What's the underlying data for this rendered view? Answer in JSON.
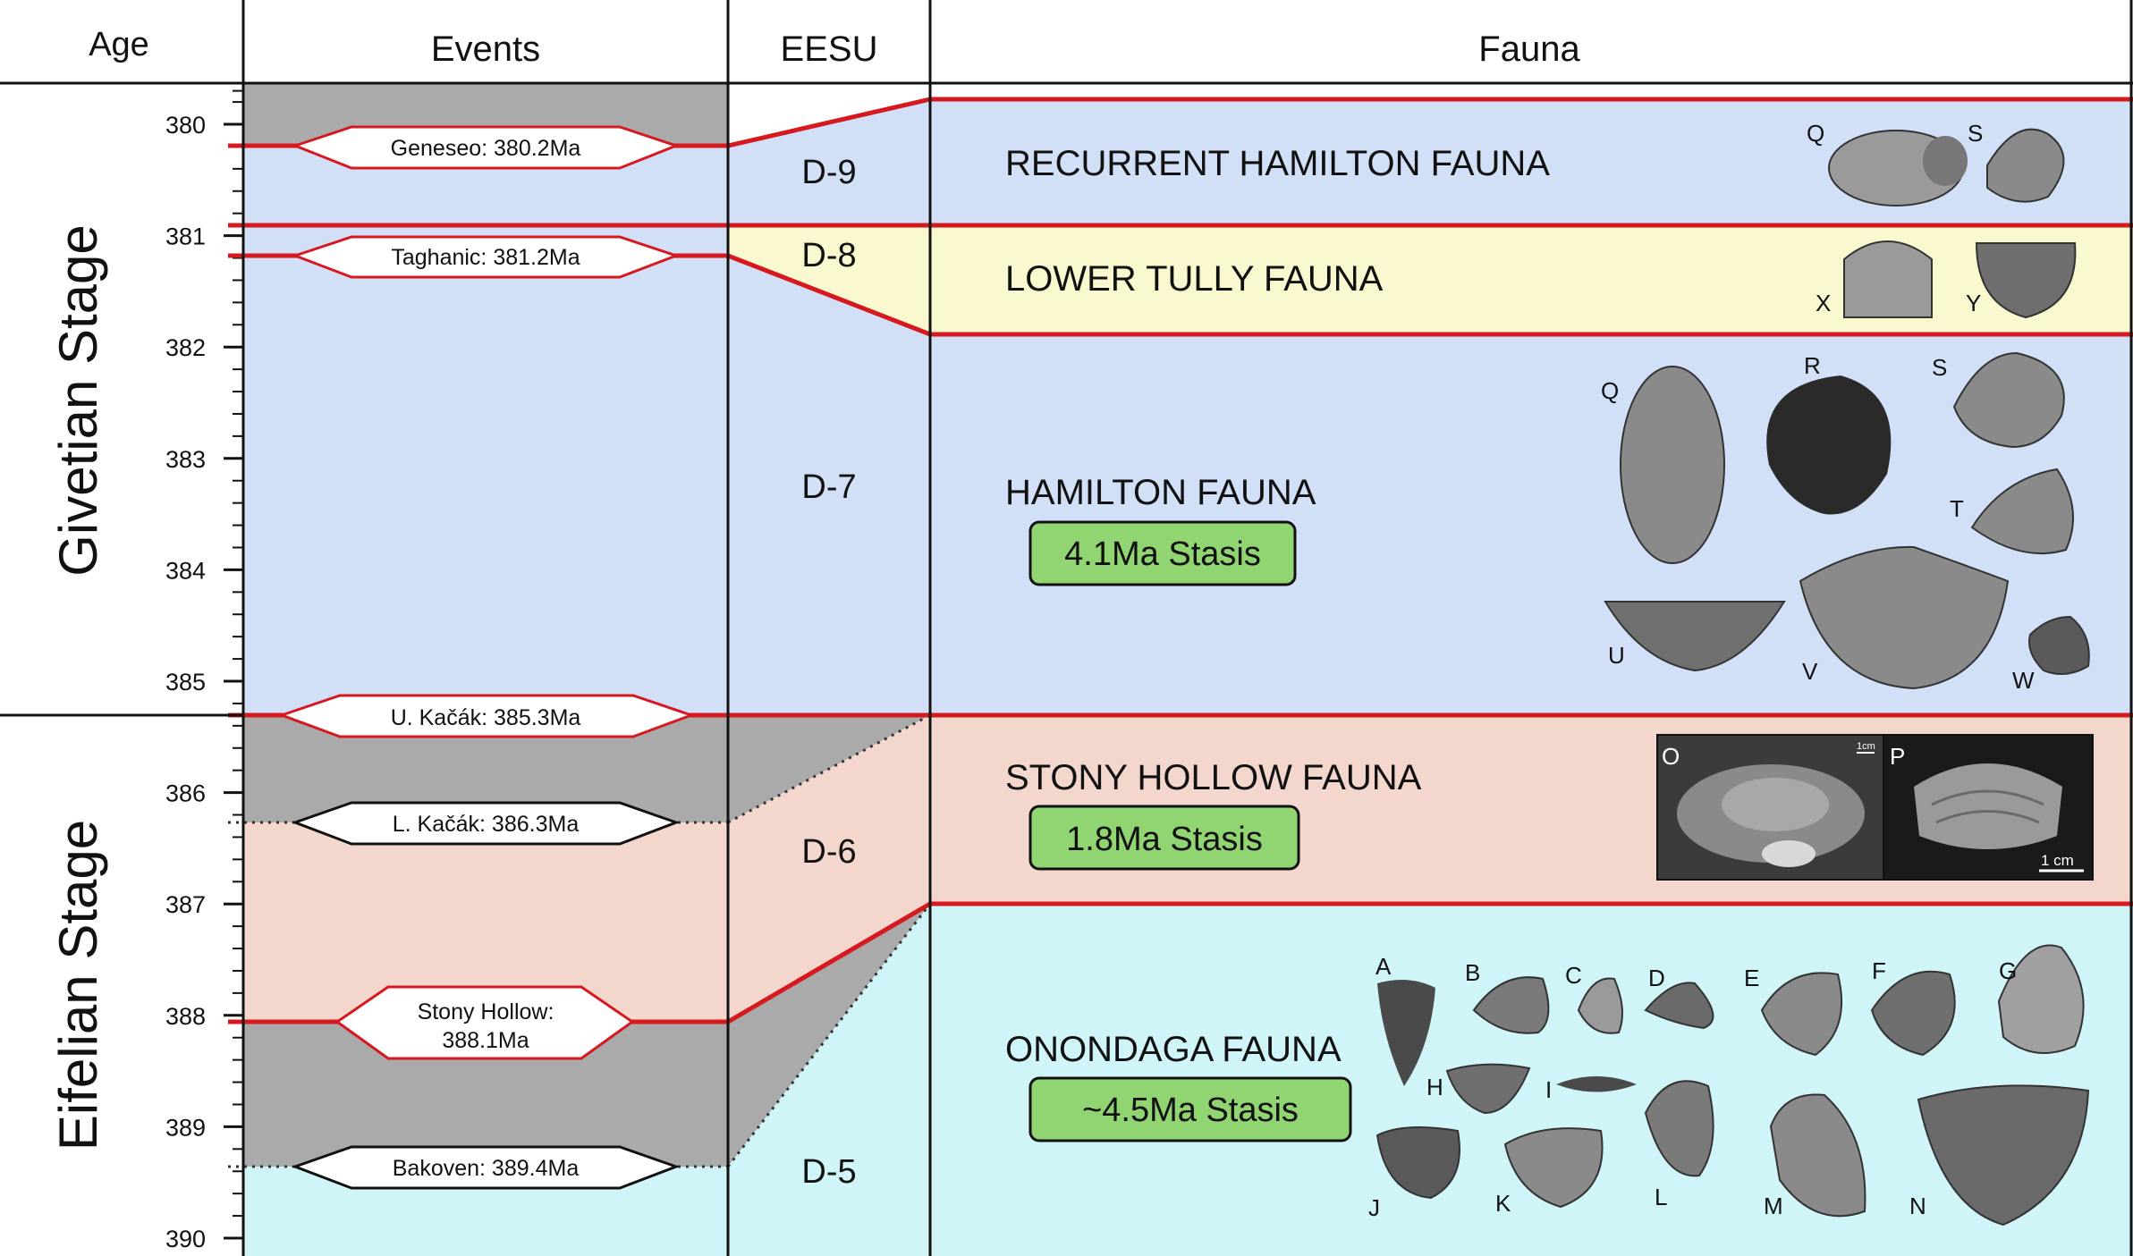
{
  "headers": {
    "age": "Age",
    "events": "Events",
    "eesu": "EESU",
    "fauna": "Fauna"
  },
  "stages": [
    {
      "id": "givetian",
      "label": "Givetian Stage",
      "start_ma": 379.7,
      "end_ma": 385.3
    },
    {
      "id": "eifelian",
      "label": "Eifelian Stage",
      "start_ma": 385.3,
      "end_ma": 390.2
    }
  ],
  "age_axis": {
    "min": 379.65,
    "max": 390.2,
    "major_ticks": [
      380,
      381,
      382,
      383,
      384,
      385,
      386,
      387,
      388,
      389,
      390
    ],
    "minor_step": 0.2
  },
  "events": [
    {
      "id": "geneseo",
      "lines": [
        "Geneseo: 380.2Ma"
      ],
      "age": 380.2,
      "style": "red"
    },
    {
      "id": "taghanic",
      "lines": [
        "Taghanic: 381.2Ma"
      ],
      "age": 381.2,
      "style": "red"
    },
    {
      "id": "upper-kacak",
      "lines": [
        "U. Kačák: 385.3Ma"
      ],
      "age": 385.3,
      "style": "red"
    },
    {
      "id": "lower-kacak",
      "lines": [
        "L. Kačák: 386.3Ma"
      ],
      "age": 386.3,
      "style": "black"
    },
    {
      "id": "stony-hollow",
      "lines": [
        "Stony Hollow:",
        "388.1Ma"
      ],
      "age": 388.1,
      "style": "red"
    },
    {
      "id": "bakoven",
      "lines": [
        "Bakoven: 389.4Ma"
      ],
      "age": 389.4,
      "style": "black"
    }
  ],
  "eesu": [
    {
      "id": "d9",
      "label": "D-9",
      "label_age": 380.45
    },
    {
      "id": "d8",
      "label": "D-8",
      "label_age": 381.2
    },
    {
      "id": "d7",
      "label": "D-7",
      "label_age": 383.25
    },
    {
      "id": "d6",
      "label": "D-6",
      "label_age": 386.55
    },
    {
      "id": "d5",
      "label": "D-5",
      "label_age": 389.45
    }
  ],
  "fauna": [
    {
      "id": "recurrent-hamilton",
      "name": "RECURRENT HAMILTON FAUNA",
      "stasis": "",
      "color": "#d2e0f7",
      "specimens": [
        "Q",
        "S"
      ]
    },
    {
      "id": "lower-tully",
      "name": "LOWER TULLY FAUNA",
      "stasis": "",
      "color": "#faf8cf",
      "specimens": [
        "X",
        "Y"
      ]
    },
    {
      "id": "hamilton",
      "name": "HAMILTON FAUNA",
      "stasis": "4.1Ma Stasis",
      "color": "#d2e0f7",
      "specimens": [
        "Q",
        "R",
        "S",
        "T",
        "U",
        "V",
        "W"
      ]
    },
    {
      "id": "stony-hollow",
      "name": "STONY HOLLOW FAUNA",
      "stasis": "1.8Ma Stasis",
      "color": "#f3d7cd",
      "specimens": [
        "O",
        "P"
      ]
    },
    {
      "id": "onondaga",
      "name": "ONONDAGA FAUNA",
      "stasis": "~4.5Ma Stasis",
      "color": "#d0f5f8",
      "specimens": [
        "A",
        "B",
        "C",
        "D",
        "E",
        "F",
        "G",
        "H",
        "I",
        "J",
        "K",
        "L",
        "M",
        "N"
      ]
    }
  ],
  "photo_scale_labels": [
    "1cm",
    "1 cm"
  ],
  "colors": {
    "boundary_red": "#d6191f",
    "gap_gray": "#aaaaaa",
    "stasis_green": "#91d572",
    "blue": "#d2e0f7",
    "yellow": "#faf8cf",
    "pink": "#f3d7cd",
    "cyan": "#d0f5f8"
  }
}
